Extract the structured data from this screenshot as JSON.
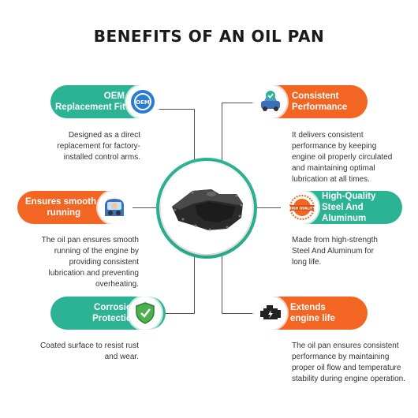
{
  "title": "BENEFITS OF AN OIL PAN",
  "benefits": [
    {
      "heading_line1": "OEM",
      "heading_line2": "Replacement Fit",
      "icon": "oem-badge-icon",
      "color": "#2bb393",
      "description": "Designed as a direct replacement for factory-installed control arms."
    },
    {
      "heading_line1": "Consistent",
      "heading_line2": "Performance",
      "icon": "car-check-icon",
      "color": "#f26522",
      "description": "It delivers consistent performance by keeping engine oil properly circulated and maintaining optimal lubrication at all times."
    },
    {
      "heading_line1": "Ensures smooth",
      "heading_line2": "running",
      "icon": "driver-icon",
      "color": "#f26522",
      "description": "The oil pan ensures smooth running of the engine by providing consistent lubrication and preventing overheating."
    },
    {
      "heading_line1": "High-Quality",
      "heading_line2": "Steel And",
      "heading_line3": "Aluminum",
      "icon": "high-quality-badge-icon",
      "color": "#2bb393",
      "description": "Made from high-strength Steel And Aluminum for long life."
    },
    {
      "heading_line1": "Corrosion",
      "heading_line2": "Protection",
      "icon": "shield-check-icon",
      "color": "#2bb393",
      "description": "Coated surface to resist rust and wear."
    },
    {
      "heading_line1": "Extends",
      "heading_line2": "engine life",
      "icon": "engine-icon",
      "color": "#f26522",
      "description": "The oil pan ensures consistent performance by maintaining proper oil flow and temperature stability during engine operation."
    }
  ],
  "icon_text": {
    "oem": "OEM",
    "high_quality": "HIGH QUALITY"
  }
}
